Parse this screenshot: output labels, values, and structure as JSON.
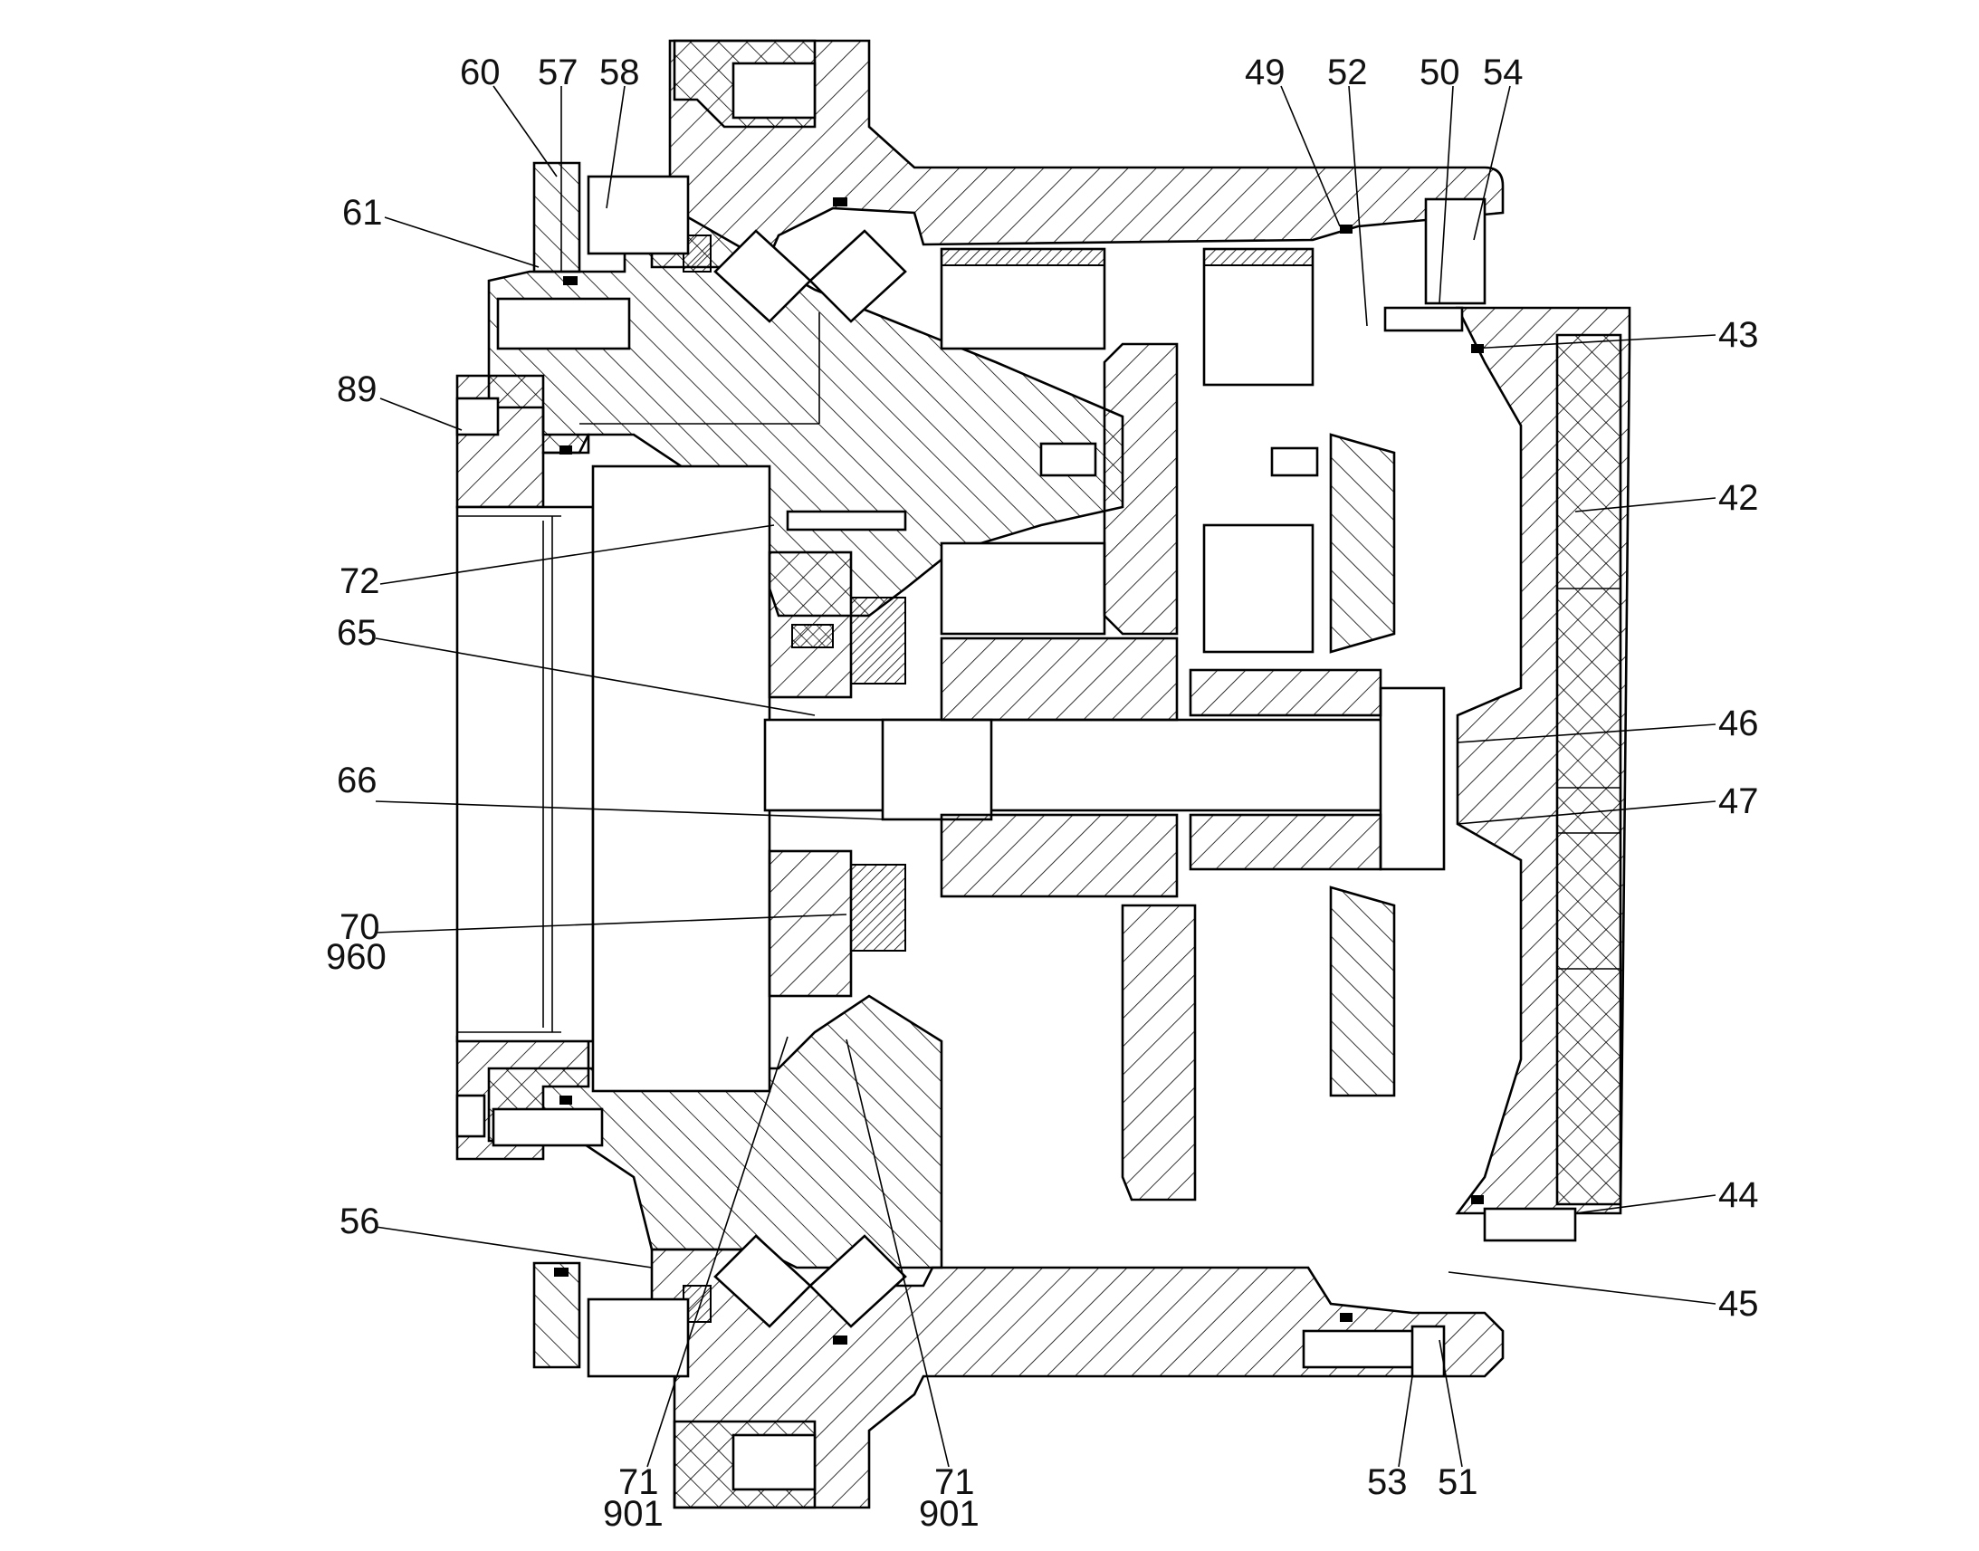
{
  "callouts": {
    "top": [
      {
        "id": "c60",
        "label": "60"
      },
      {
        "id": "c57",
        "label": "57"
      },
      {
        "id": "c58",
        "label": "58"
      },
      {
        "id": "c49",
        "label": "49"
      },
      {
        "id": "c52",
        "label": "52"
      },
      {
        "id": "c50",
        "label": "50"
      },
      {
        "id": "c54",
        "label": "54"
      }
    ],
    "left": [
      {
        "id": "c61",
        "label": "61"
      },
      {
        "id": "c89",
        "label": "89"
      },
      {
        "id": "c72",
        "label": "72"
      },
      {
        "id": "c65",
        "label": "65"
      },
      {
        "id": "c66",
        "label": "66"
      },
      {
        "id": "c70",
        "label": "70"
      },
      {
        "id": "c960",
        "label": "960"
      },
      {
        "id": "c56",
        "label": "56"
      }
    ],
    "right": [
      {
        "id": "c43",
        "label": "43"
      },
      {
        "id": "c42",
        "label": "42"
      },
      {
        "id": "c46",
        "label": "46"
      },
      {
        "id": "c47",
        "label": "47"
      },
      {
        "id": "c44",
        "label": "44"
      },
      {
        "id": "c45",
        "label": "45"
      }
    ],
    "bottom": [
      {
        "id": "c71a",
        "label": "71"
      },
      {
        "id": "c901a",
        "label": "901"
      },
      {
        "id": "c71b",
        "label": "71"
      },
      {
        "id": "c901b",
        "label": "901"
      },
      {
        "id": "c53",
        "label": "53"
      },
      {
        "id": "c51",
        "label": "51"
      }
    ]
  }
}
